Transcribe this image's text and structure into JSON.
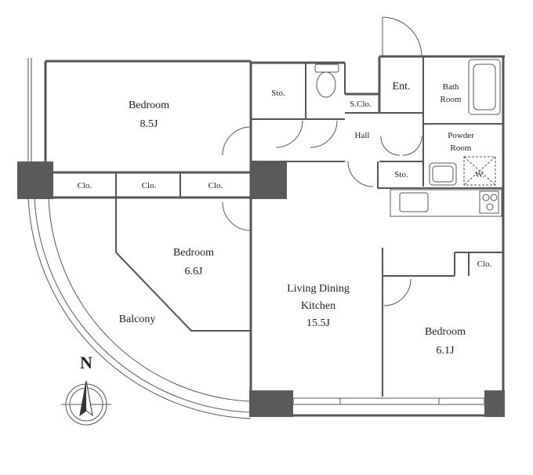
{
  "rooms": {
    "bedroom_a": {
      "name": "Bedroom",
      "size": "8.5J"
    },
    "bedroom_b": {
      "name": "Bedroom",
      "size": "6.6J"
    },
    "bedroom_c": {
      "name": "Bedroom",
      "size": "6.1J"
    },
    "ldk": {
      "line1": "Living Dining",
      "line2": "Kitchen",
      "size": "15.5J"
    },
    "balcony": "Balcony",
    "storage_top": "Sto.",
    "storage_hall": "Sto.",
    "shoe_closet": "S.Clo.",
    "entrance": "Ent.",
    "hall": "Hall",
    "bath": {
      "line1": "Bath",
      "line2": "Room"
    },
    "powder": {
      "line1": "Powder",
      "line2": "Room"
    },
    "washer": "W.",
    "closet_1": "Clo.",
    "closet_2": "Clo.",
    "closet_3": "Clo.",
    "closet_4": "Clo."
  },
  "compass": {
    "north": "N"
  },
  "colors": {
    "wall": "#555555",
    "pillar": "#5a5a5a",
    "background": "#ffffff"
  }
}
